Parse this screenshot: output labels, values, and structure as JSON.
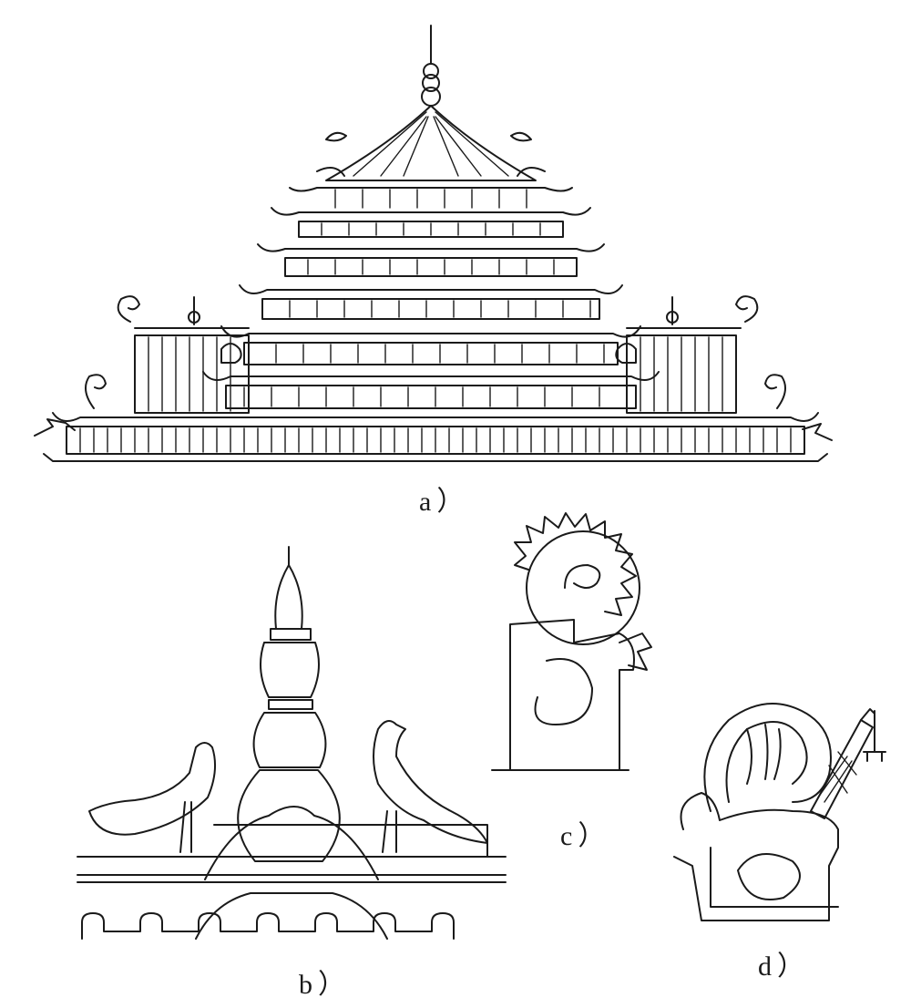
{
  "figure": {
    "subfigures": [
      {
        "id": "a",
        "label": "a）",
        "subject": "multi-tiered pagoda roof with ridge ornaments",
        "icon": "pagoda-roof-drawing"
      },
      {
        "id": "b",
        "label": "b）",
        "subject": "roof ridge finial with two phoenixes",
        "icon": "ridge-finial-phoenix-drawing"
      },
      {
        "id": "c",
        "label": "c）",
        "subject": "coiled dragon ridge ornament",
        "icon": "dragon-ornament-drawing"
      },
      {
        "id": "d",
        "label": "d）",
        "subject": "dragon ornament with sword",
        "icon": "dragon-sword-ornament-drawing"
      }
    ]
  }
}
